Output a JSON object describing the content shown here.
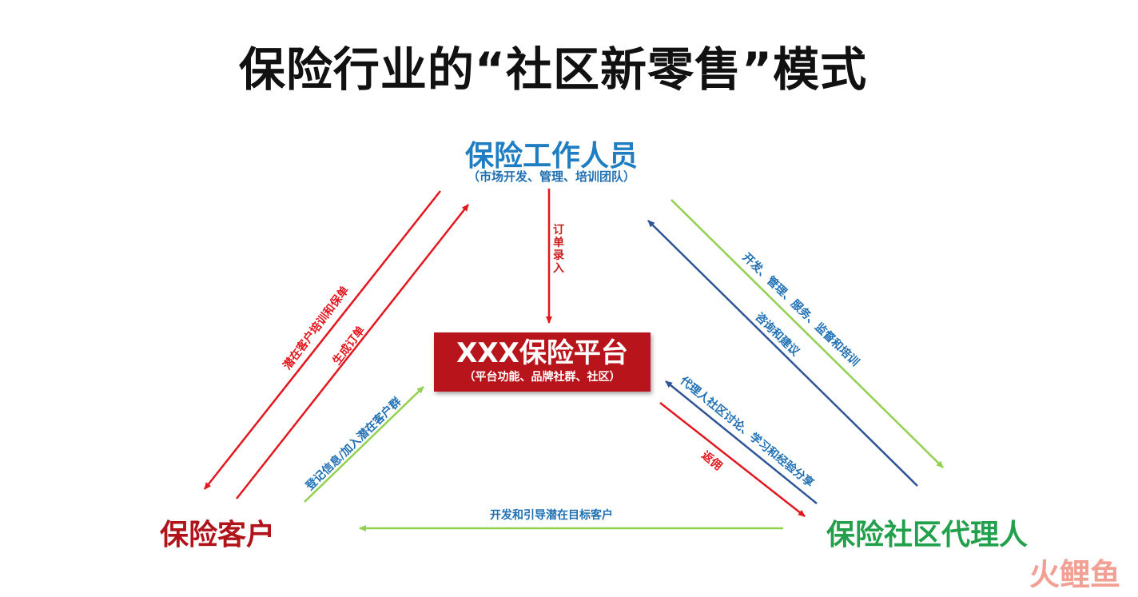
{
  "title": "保险行业的“社区新零售”模式",
  "nodes": {
    "staff": {
      "title": "保险工作人员",
      "subtitle": "（市场开发、管理、培训团队）"
    },
    "platform": {
      "title": "XXX保险平台",
      "subtitle": "（平台功能、品牌社群、社区）"
    },
    "customer": {
      "title": "保险客户"
    },
    "agent": {
      "title": "保险社区代理人"
    }
  },
  "edges": {
    "order_entry": "订单录入",
    "potential_training": "潜在客户培训和保单",
    "generate_order": "生成订单",
    "register_join": "登记信息/加入潜在客户群",
    "develop_manage": "开发、管理、服务、监督和培训",
    "consult_suggest": "咨询和建议",
    "agent_discussion": "代理人社区讨论、学习和经验分享",
    "commission": "返佣",
    "develop_guide": "开发和引导潜在目标客户"
  },
  "colors": {
    "red": "#e3161e",
    "green": "#92d050",
    "navy": "#2f5597",
    "staff_blue": "#1f7ec2",
    "customer_red": "#b0141a",
    "agent_green": "#22a04b",
    "platform_red": "#b8141b"
  },
  "watermark": "火鲤鱼"
}
